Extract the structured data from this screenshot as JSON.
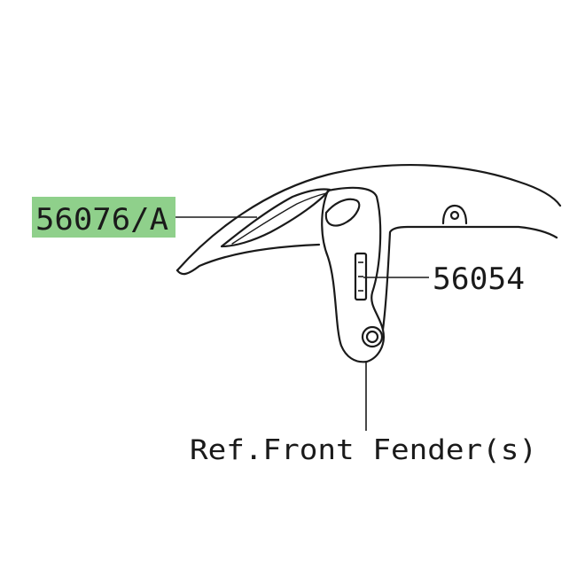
{
  "callouts": {
    "decal_main": {
      "label": "56076/A",
      "highlight_color": "#8fd08b"
    },
    "decal_small": {
      "label": "56054"
    },
    "reference": {
      "label": "Ref.Front Fender(s)"
    }
  },
  "colors": {
    "line": "#1a1a1a",
    "background": "#ffffff",
    "highlight": "#8fd08b"
  }
}
